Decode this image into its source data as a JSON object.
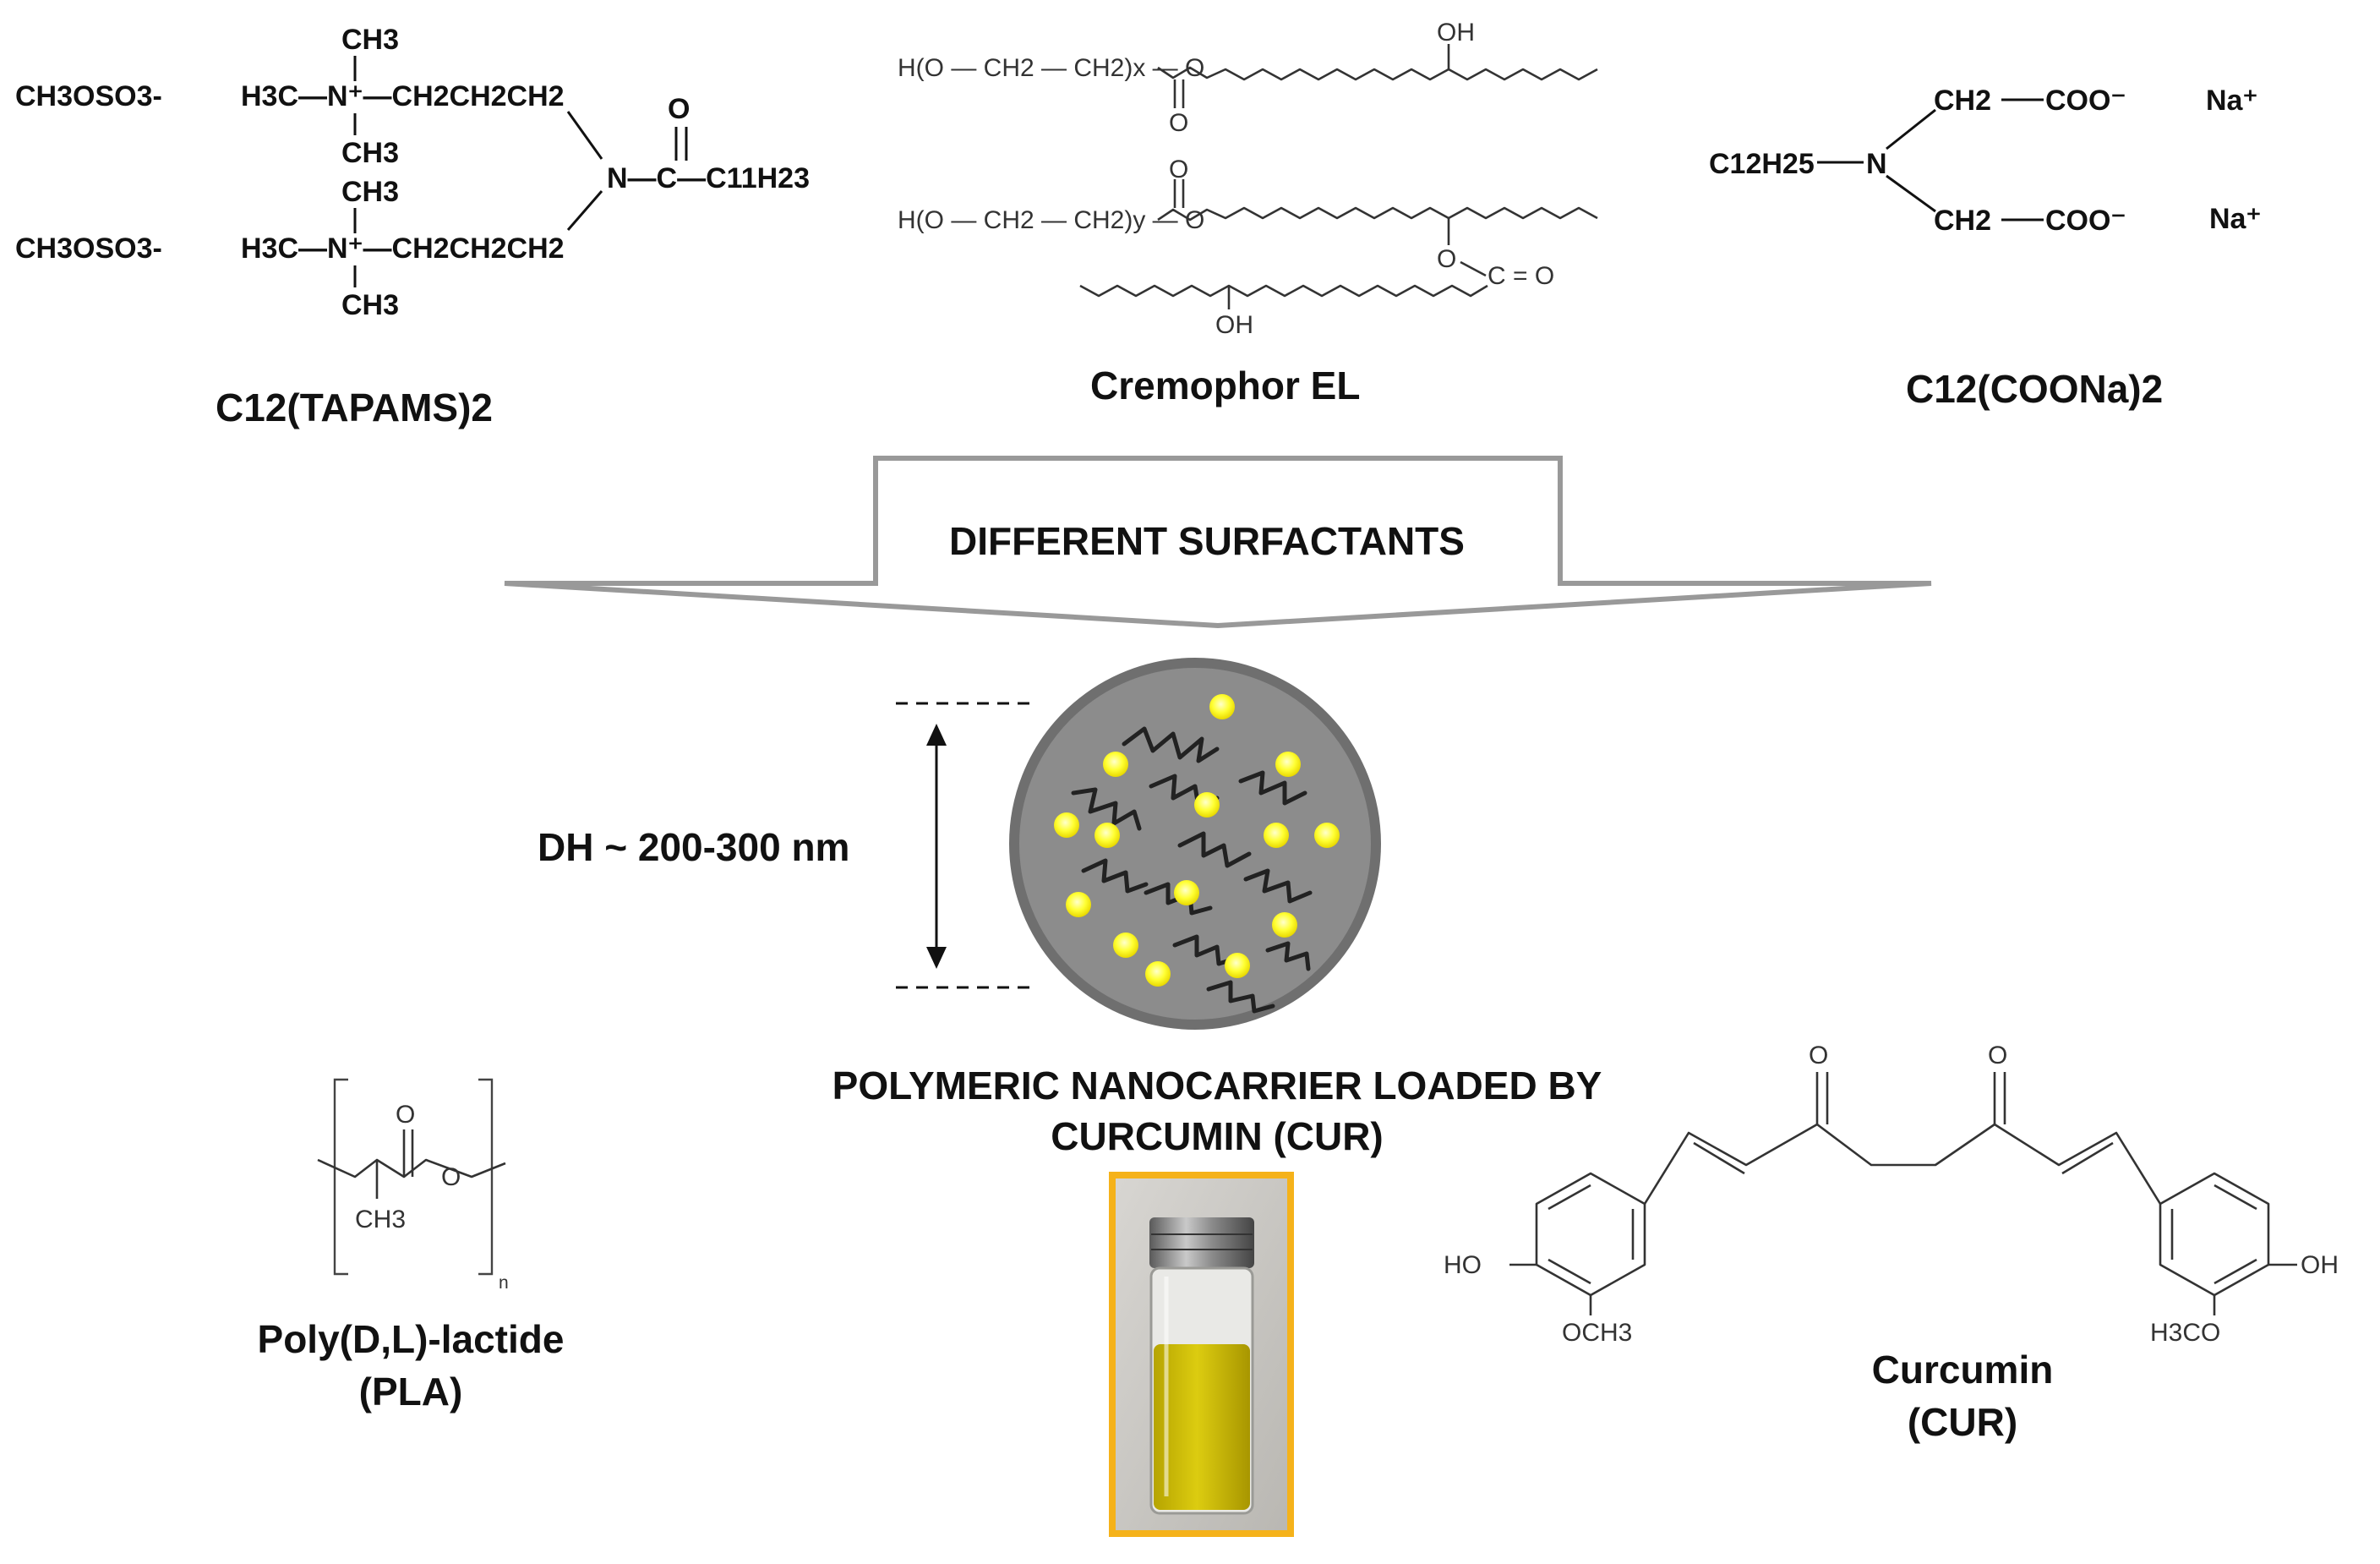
{
  "top": {
    "tapams": {
      "counterion_1": "CH3OSO3-",
      "counterion_2": "CH3OSO3-",
      "ammonium_1": "H3C—N⁺—CH2CH2CH2",
      "ammonium_2": "H3C—N⁺—CH2CH2CH2",
      "methyl": "CH3",
      "amide": "N—C—C11H23",
      "oxygen": "O",
      "name": "C12(TAPAMS)2"
    },
    "cremophor": {
      "peg_x": "H(O — CH2 — CH2)x — O",
      "peg_y": "H(O — CH2 — CH2)y — O",
      "oh": "OH",
      "o": "O",
      "co": "C = O",
      "name": "Cremophor EL"
    },
    "c12coona": {
      "chain": "C12H25",
      "n": "N",
      "ch2": "CH2",
      "coo": "COO⁻",
      "na": "Na⁺",
      "name": "C12(COONa)2"
    }
  },
  "arrow": {
    "label": "DIFFERENT SURFACTANTS"
  },
  "nanocarrier": {
    "size_label": "DH ~ 200-300  nm",
    "caption_line1": "POLYMERIC NANOCARRIER LOADED BY",
    "caption_line2": "CURCUMIN (CUR)"
  },
  "pla": {
    "o_carbonyl": "O",
    "o_ester": "O",
    "methyl": "CH3",
    "n": "n",
    "name_line1": "Poly(D,L)-lactide",
    "name_line2": "(PLA)"
  },
  "curcumin": {
    "o1": "O",
    "o2": "O",
    "ho": "HO",
    "oh": "OH",
    "och3": "OCH3",
    "h3co": "H3CO",
    "name_line1": "Curcumin",
    "name_line2": "(CUR)"
  },
  "colors": {
    "particle_fill": "#8c8c8c",
    "particle_rim": "#6f6f6f",
    "drug_dot": "#ffff33",
    "vial_frame": "#f5b21a",
    "liquid": "#cfc000"
  }
}
